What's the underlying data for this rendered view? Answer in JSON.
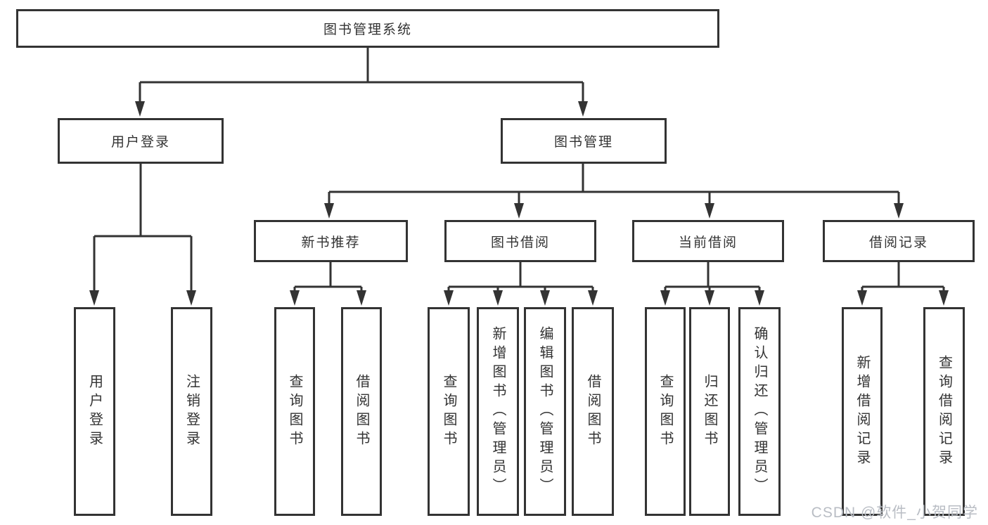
{
  "tree": {
    "label": "图书管理系统",
    "children": [
      {
        "label": "用户登录",
        "children": [
          {
            "label": "用户登录"
          },
          {
            "label": "注销登录"
          }
        ]
      },
      {
        "label": "图书管理",
        "children": [
          {
            "label": "新书推荐",
            "children": [
              {
                "label": "查询图书"
              },
              {
                "label": "借阅图书"
              }
            ]
          },
          {
            "label": "图书借阅",
            "children": [
              {
                "label": "查询图书"
              },
              {
                "label": "新增图书（管理员）"
              },
              {
                "label": "编辑图书（管理员）"
              },
              {
                "label": "借阅图书"
              }
            ]
          },
          {
            "label": "当前借阅",
            "children": [
              {
                "label": "查询图书"
              },
              {
                "label": "归还图书"
              },
              {
                "label": "确认归还（管理员）"
              }
            ]
          },
          {
            "label": "借阅记录",
            "children": [
              {
                "label": "新增借阅记录"
              },
              {
                "label": "查询借阅记录"
              }
            ]
          }
        ]
      }
    ]
  },
  "watermark": "CSDN @软件_小贺同学",
  "colors": {
    "line": "#333333",
    "text": "#333333",
    "watermark": "#b9bdc4",
    "background": "#ffffff"
  }
}
